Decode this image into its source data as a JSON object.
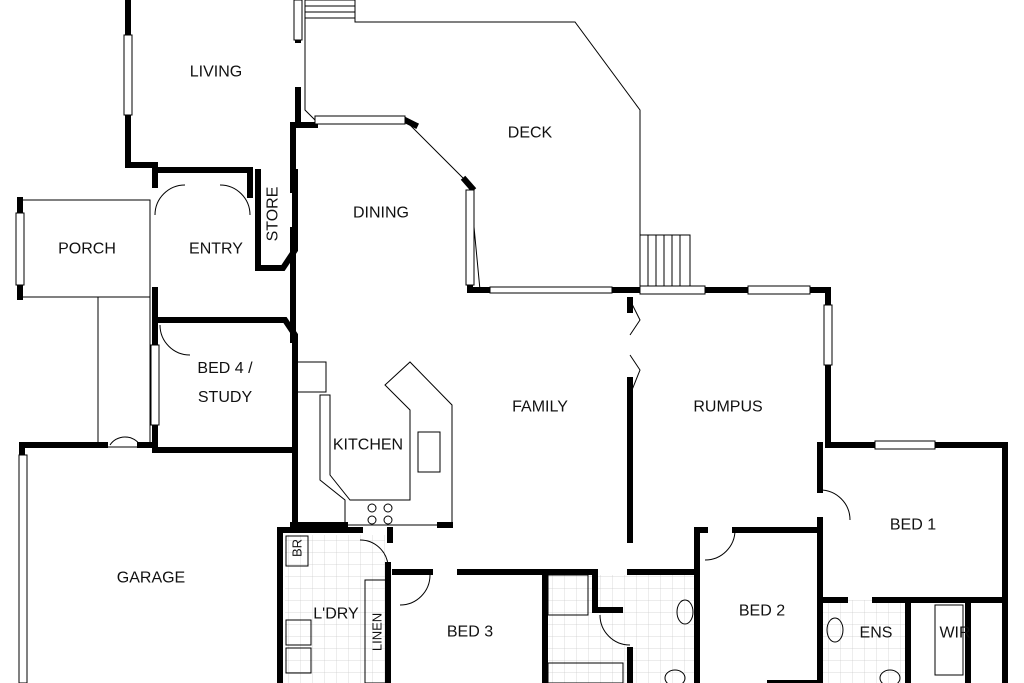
{
  "rooms": {
    "living": "LIVING",
    "deck": "DECK",
    "dining": "DINING",
    "store": "STORE",
    "porch": "PORCH",
    "entry": "ENTRY",
    "bed4_line1": "BED 4 /",
    "bed4_line2": "STUDY",
    "family": "FAMILY",
    "rumpus": "RUMPUS",
    "kitchen": "KITCHEN",
    "bed1": "BED 1",
    "garage": "GARAGE",
    "br": "BR",
    "laundry": "L'DRY",
    "linen": "LINEN",
    "bed3": "BED 3",
    "bed2": "BED 2",
    "ensuite": "ENS",
    "wir": "WIR"
  }
}
